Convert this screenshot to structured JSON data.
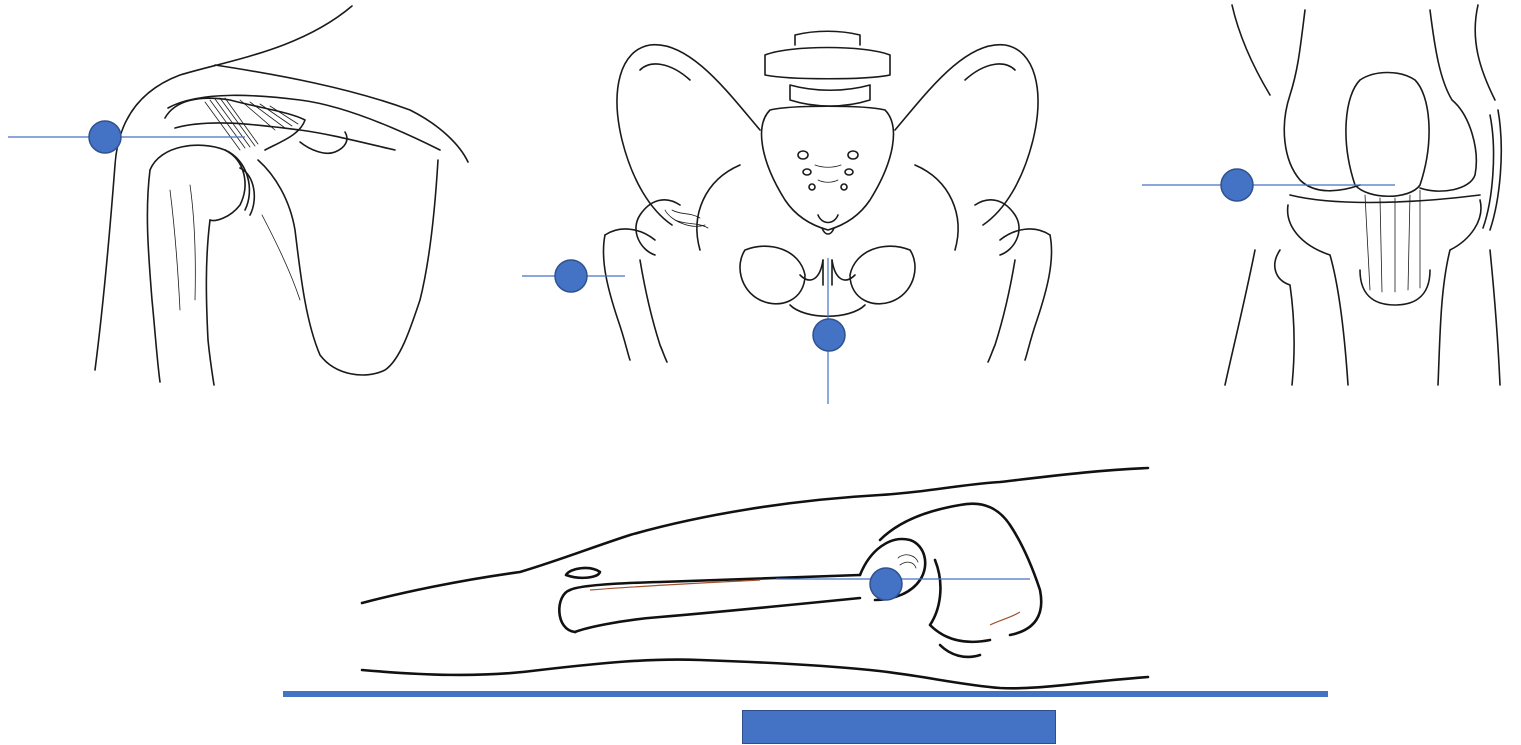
{
  "figure": {
    "panels": [
      {
        "name": "shoulder-joint"
      },
      {
        "name": "pelvis"
      },
      {
        "name": "knee-joint"
      },
      {
        "name": "leg-side-view"
      }
    ],
    "markers": [
      {
        "name": "shoulder-marker"
      },
      {
        "name": "hip-marker"
      },
      {
        "name": "pubic-symphysis-marker"
      },
      {
        "name": "knee-marker"
      },
      {
        "name": "hip-side-marker"
      }
    ],
    "colors": {
      "marker_fill": "#4472c4",
      "marker_stroke": "#2f528f",
      "leader_line": "#4472c4",
      "baseline": "#4472c4",
      "bottom_box": "#4472c4",
      "ink": "#1a1a1a",
      "accent_red": "#a0522d",
      "background": "#ffffff"
    }
  }
}
